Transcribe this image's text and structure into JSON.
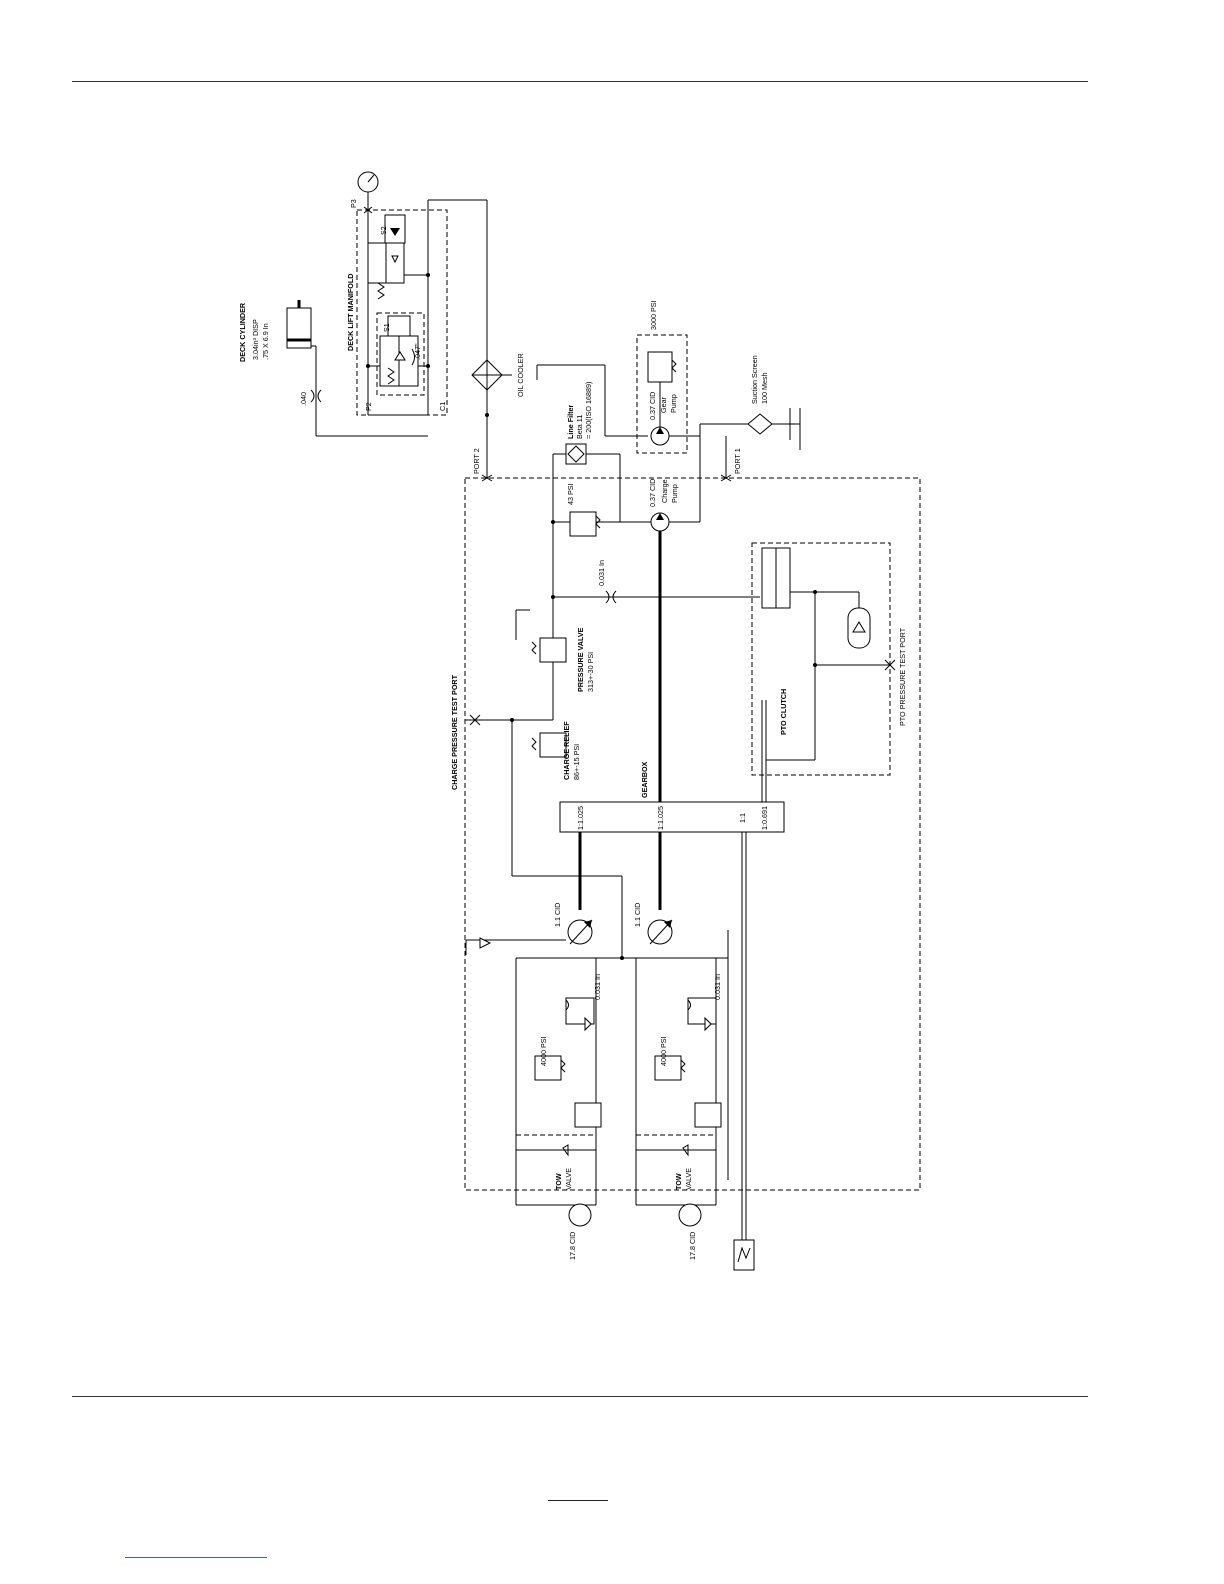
{
  "labels": {
    "deck_cylinder": "DECK CYLINDER",
    "deck_cylinder_disp": "3.04in³ DISP",
    "deck_cylinder_size": ".75 X 6.9 In",
    "orifice_040": ".040",
    "lift_manifold": "DECK LIFT MANIFOLD",
    "orifice_047": ".047\"",
    "s1": "S1",
    "s2": "S2",
    "p2": "P2",
    "p3": "P3",
    "c1": "C1",
    "oil_cooler": "OIL COOLER",
    "port2": "PORT 2",
    "port1": "PORT 1",
    "line_filter_1": "Line Filter",
    "line_filter_2": "Beta 11",
    "line_filter_3": "= 200(ISO 16889)",
    "gear_pump_psi": "3000 PSI",
    "gear_pump_cid": "0.37 CID",
    "gear_pump_1": "Gear",
    "gear_pump_2": "Pump",
    "suction_1": "Suction Screen",
    "suction_2": "100 Mesh",
    "charge_43psi": "43 PSI",
    "charge_pump_cid": "0.37 CID",
    "charge_pump_1": "Charge",
    "charge_pump_2": "Pump",
    "orifice_031_a": "0.031 In",
    "pressure_valve_1": "PRESSURE VALVE",
    "pressure_valve_2": "313+-30 PSI",
    "charge_test_port": "CHARGE PRESSURE TEST PORT",
    "charge_relief_1": "CHARGE RELIEF",
    "charge_relief_2": "86+-15 PSI",
    "gearbox": "GEARBOX",
    "pto_clutch": "PTO CLUTCH",
    "pto_test_port": "PTO PRESSURE TEST PORT",
    "ratio_a": "1:1.025",
    "ratio_b": "1:1.025",
    "ratio_c": "1:1",
    "ratio_d": "1:0.691",
    "pump_cid_a": "1.1 CID",
    "pump_cid_b": "1.1 CID",
    "orifice_031_b": "0.031 In",
    "orifice_031_c": "0.031 In",
    "relief_4000_a": "4000 PSI",
    "relief_4000_b": "4000 PSI",
    "tow_valve_a_1": "TOW",
    "tow_valve_a_2": "VALVE",
    "tow_valve_b_1": "TOW",
    "tow_valve_b_2": "VALVE",
    "motor_cid_a": "17.8 CID",
    "motor_cid_b": "17.8 CID"
  }
}
